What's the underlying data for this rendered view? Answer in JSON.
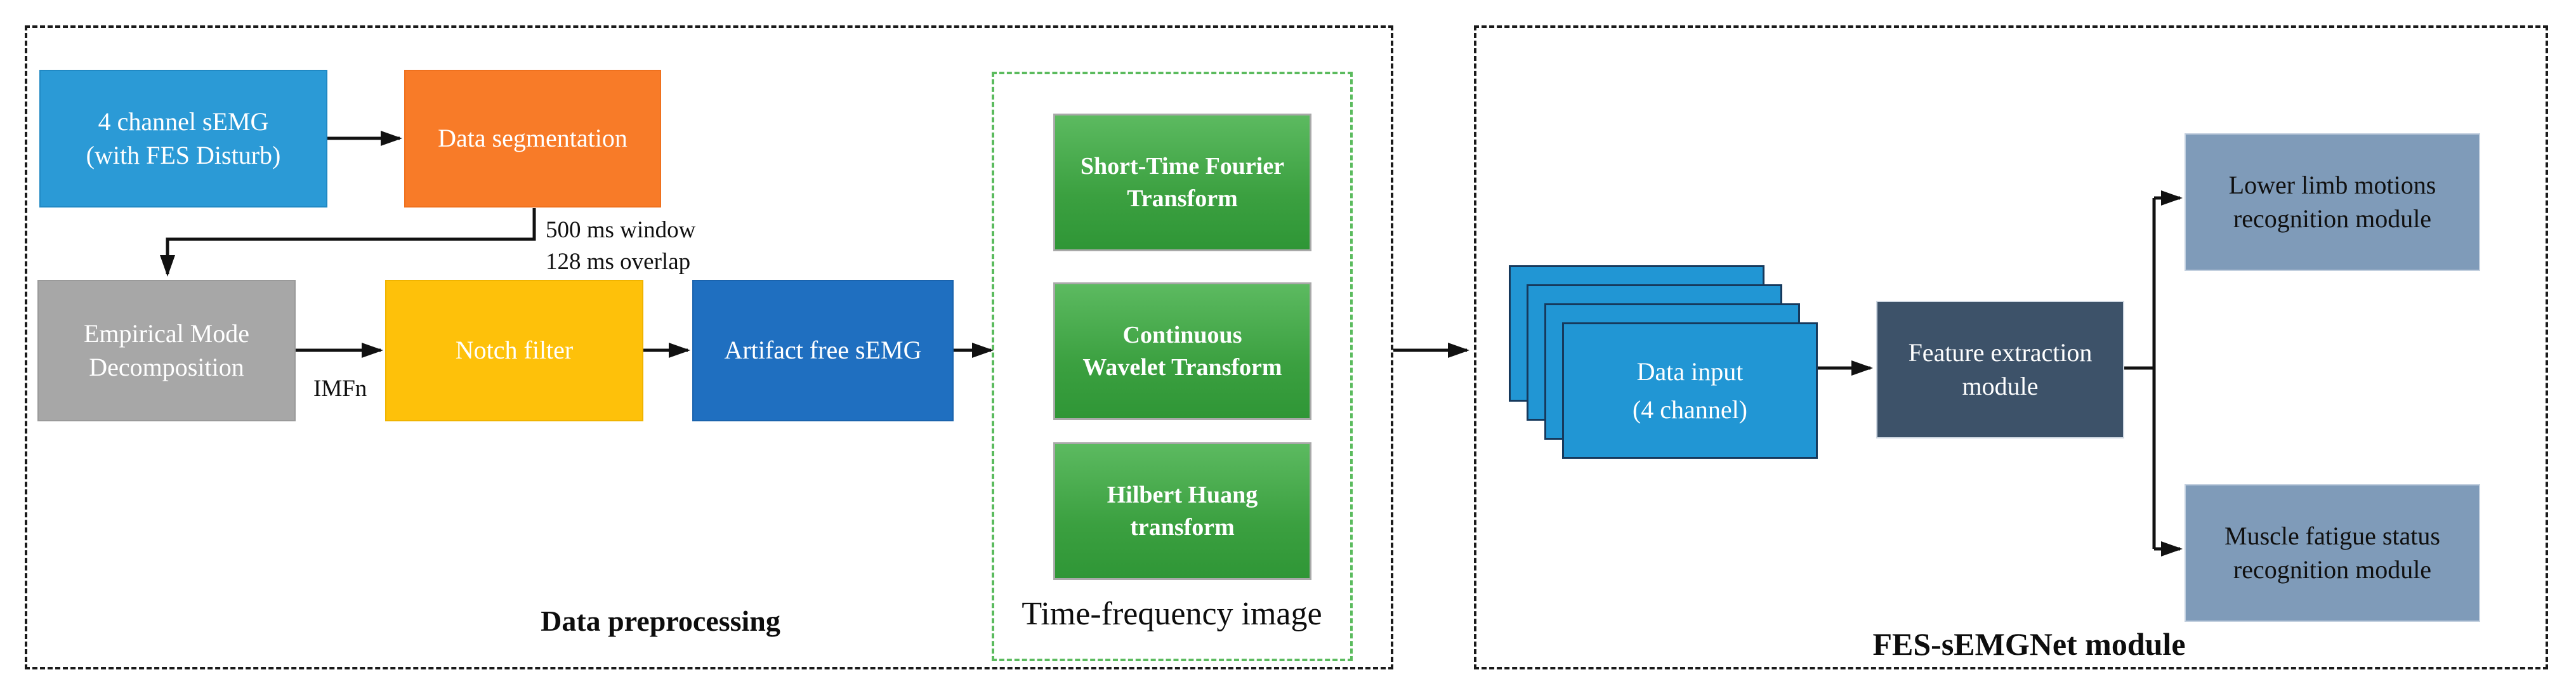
{
  "sections": {
    "preprocessing": {
      "title": "Data preprocessing",
      "boxes": [
        {
          "id": "semg-source",
          "label": "4 channel sEMG\n(with FES Disturb)",
          "color": "#2B9AD6"
        },
        {
          "id": "data-segmentation",
          "label": "Data segmentation",
          "color": "#F87B28"
        },
        {
          "id": "emd",
          "label": "Empirical Mode\nDecomposition",
          "color": "#A7A7A7"
        },
        {
          "id": "notch-filter",
          "label": "Notch filter",
          "color": "#FEC10A"
        },
        {
          "id": "artifact-free",
          "label": "Artifact free sEMG",
          "color": "#1F6FC0"
        }
      ],
      "annotations": {
        "segmentation_params": "500 ms window\n128 ms overlap",
        "imf": "IMFn"
      }
    },
    "time_frequency": {
      "title": "Time-frequency image",
      "border_color": "#5BBB5E",
      "box_color_top": "#5CBA60",
      "box_color_bottom": "#2F9636",
      "boxes": [
        {
          "id": "stft",
          "label": "Short-Time Fourier\nTransform"
        },
        {
          "id": "cwt",
          "label": "Continuous\nWavelet Transform"
        },
        {
          "id": "hht",
          "label": "Hilbert Huang\ntransform"
        }
      ]
    },
    "fes_semgnet": {
      "title": "FES-sEMGNet module",
      "boxes": [
        {
          "id": "data-input",
          "label": "Data input\n(4 channel)",
          "color": "#2196D4"
        },
        {
          "id": "feature-extraction",
          "label": "Feature extraction\nmodule",
          "color": "#3D5269"
        },
        {
          "id": "lower-limb",
          "label": "Lower limb motions\nrecognition module",
          "color": "#7F9BB9"
        },
        {
          "id": "muscle-fatigue",
          "label": "Muscle fatigue status\nrecognition module",
          "color": "#7F9BB9"
        }
      ]
    }
  }
}
